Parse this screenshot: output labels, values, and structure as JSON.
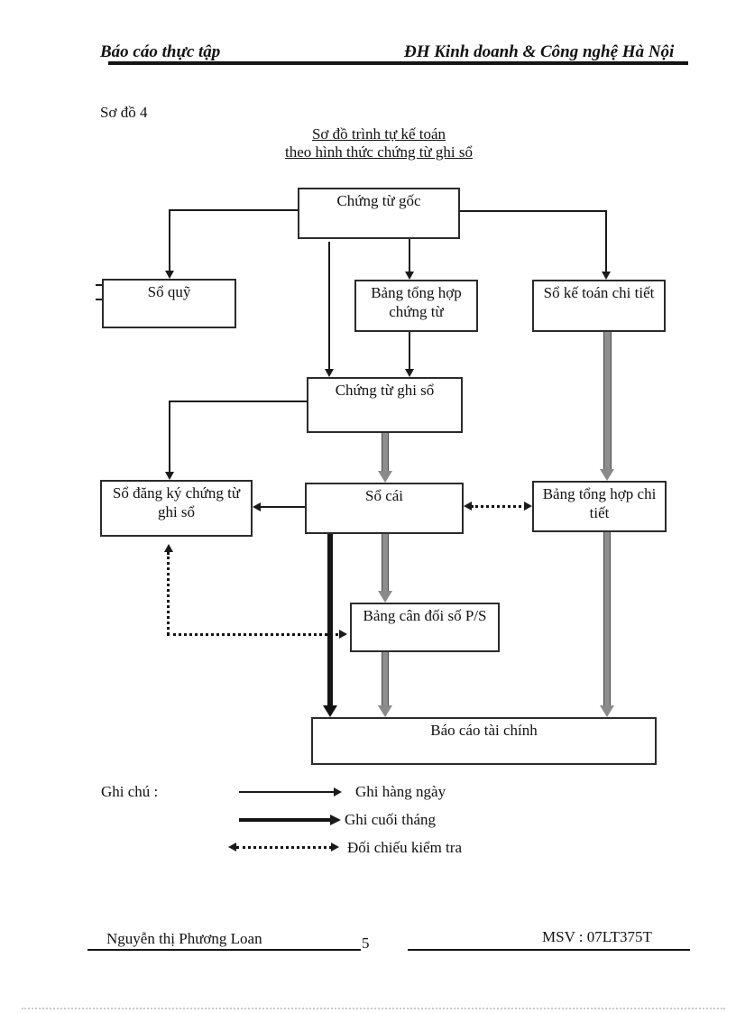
{
  "header": {
    "left": "Báo cáo thực tập",
    "right": "ĐH Kinh doanh & Công nghệ Hà Nội"
  },
  "diagram": {
    "label": "Sơ đồ 4",
    "title_line1": "Sơ đồ trình tự kế toán",
    "title_line2": "theo hình thức chứng từ ghi sổ",
    "nodes": {
      "chung_tu_goc": "Chứng từ gốc",
      "so_quy": "Sổ quỹ",
      "bang_tong_hop_chung_tu": "Bảng tổng hợp chứng từ",
      "so_ke_toan_chi_tiet": "Sổ kế toán chi tiết",
      "chung_tu_ghi_so": "Chứng từ ghi sổ",
      "so_dang_ky_chung_tu_ghi_so": "Sổ đăng ký chứng từ ghi sổ",
      "so_cai": "Sổ cái",
      "bang_tong_hop_chi_tiet": "Bảng tổng hợp chi tiết",
      "bang_can_doi_so_ps": "Bảng cân đối số P/S",
      "bao_cao_tai_chinh": "Báo cáo tài chính"
    }
  },
  "legend": {
    "label": "Ghi chú :",
    "items": [
      {
        "style": "thin-arrow",
        "label": "Ghi hàng ngày"
      },
      {
        "style": "thick-arrow",
        "label": "Ghi cuối tháng"
      },
      {
        "style": "dotted-double-arrow",
        "label": "Đối chiếu kiểm tra"
      }
    ]
  },
  "footer": {
    "author": "Nguyễn thị Phương Loan",
    "page_number": "5",
    "student_id": "MSV : 07LT375T"
  },
  "colors": {
    "ink": "#1a1a1a",
    "gray_arrow": "#8e8e8e"
  }
}
